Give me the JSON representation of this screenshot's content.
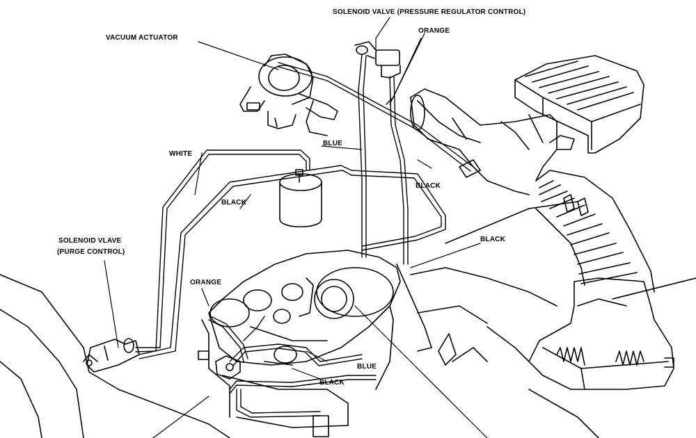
{
  "diagram": {
    "labels": {
      "pressure_valve": "SOLENOID VALVE (PRESSURE REGULATOR CONTROL)",
      "vacuum_actuator": "VACUUM ACTUATOR",
      "orange_top": "ORANGE",
      "white": "WHITE",
      "blue_top": "BLUE",
      "black_right": "BLACK",
      "black_left": "BLACK",
      "black_mid": "BLACK",
      "purge_valve_line1": "SOLENOID VLAVE",
      "purge_valve_line2": "(PURGE CONTROL)",
      "orange_bottom": "ORANGE",
      "blue_bottom": "BLUE",
      "black_bottom": "BLACK"
    },
    "colors": {
      "ink": "#000000",
      "paper": "#ffffff"
    }
  }
}
